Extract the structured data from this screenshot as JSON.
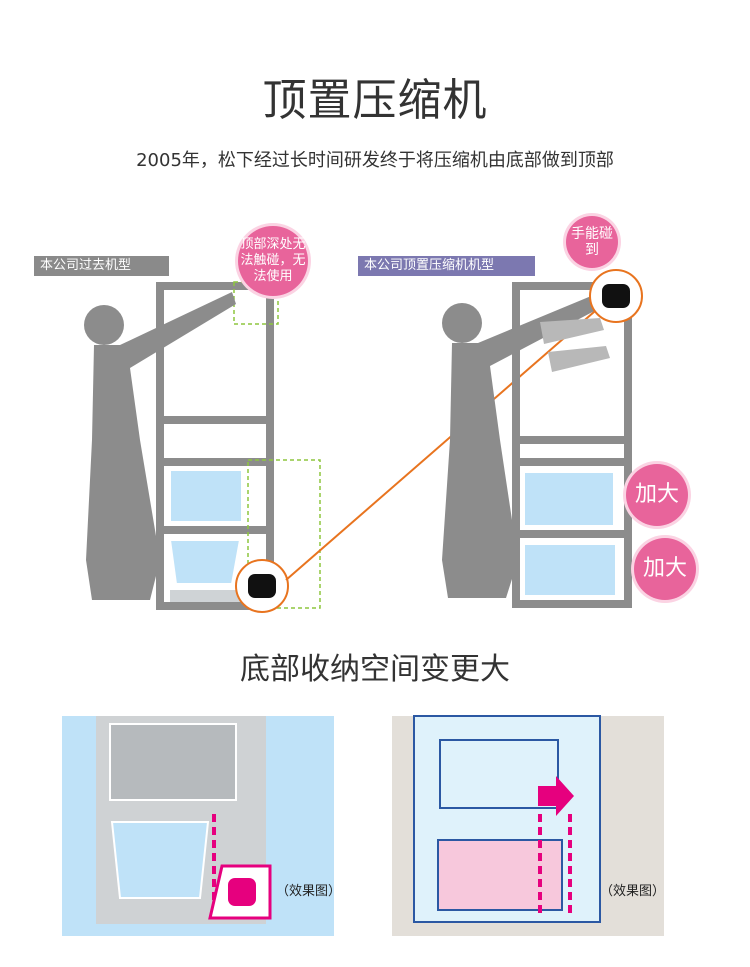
{
  "header": {
    "title": "顶置压缩机",
    "subtitle": "2005年，松下经过长时间研发终于将压缩机由底部做到顶部"
  },
  "compare": {
    "old_label": "本公司过去机型",
    "new_label": "本公司顶置压缩机机型",
    "old_bubble": "顶部深处无法触碰，无法使用",
    "new_bubble": "手能碰到",
    "enlarge_1": "加大",
    "enlarge_2": "加大"
  },
  "storage": {
    "title": "底部收纳空间变更大",
    "effect_left": "（效果图）",
    "effect_right": "（效果图）"
  },
  "colors": {
    "accent_pink": "#e8649b",
    "orange_line": "#e8741f",
    "silhouette_gray": "#8c8c8c",
    "drawer_blue": "#bfe2f8",
    "magenta": "#e6007e"
  }
}
